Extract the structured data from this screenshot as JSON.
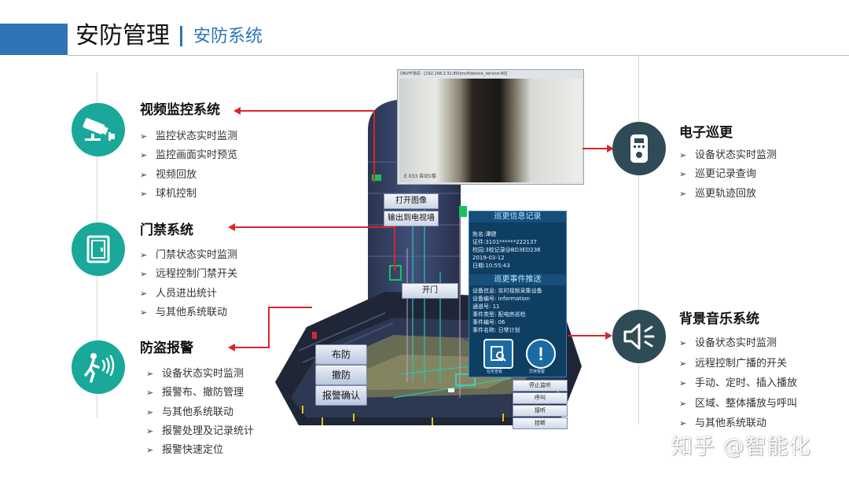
{
  "header": {
    "title": "安防管理",
    "subtitle": "安防系统"
  },
  "sections": {
    "video": {
      "title": "视频监控系统",
      "items": [
        "监控状态实时监测",
        "监控画面实时预览",
        "视频回放",
        "球机控制"
      ]
    },
    "access": {
      "title": "门禁系统",
      "items": [
        "门禁状态实时监测",
        "远程控制门禁开关",
        "人员进出统计",
        "与其他系统联动"
      ]
    },
    "alarm": {
      "title": "防盗报警",
      "items": [
        "设备状态实时监测",
        "报警布、撤防管理",
        "与其他系统联动",
        "报警处理及记录统计",
        "报警快速定位"
      ]
    },
    "patrol": {
      "title": "电子巡更",
      "items": [
        "设备状态实时监测",
        "巡更记录查询",
        "巡更轨迹回放"
      ]
    },
    "music": {
      "title": "背景音乐系统",
      "items": [
        "设备状态实时监测",
        "远程控制广播的开关",
        "手动、定时、插入播放",
        "区域、整体播放与呼叫",
        "与其他系统联动"
      ]
    }
  },
  "scene": {
    "camera_window": {
      "title": "ONVIF测试 - [192.168.2.31:80/onvif/device_service:80]",
      "footer": "E  033      自动1楼"
    },
    "buttons": {
      "open_image": "打开图像",
      "to_tv_wall": "输出到电视墙",
      "open_door": "开门",
      "arm": "布防",
      "disarm": "撤防",
      "alarm_confirm": "报警确认"
    },
    "patrol_panel": {
      "record_title": "巡更信息记录",
      "record_lines": [
        "姓名:谭健",
        "证件:3101******222137",
        "校园:3校记录@BD3ED236",
        "2019-03-12",
        "日期:10:55:43"
      ],
      "event_title": "巡更事件推送",
      "event_lines": [
        "设备信息: 实时视频采集设备",
        "设备编号: information",
        "通道号: 11",
        "事件类型: 配电房巡检",
        "事件编号: 06",
        "事件名称: 日常计划"
      ],
      "icon_labels": [
        "任务查看",
        "异常报警"
      ]
    },
    "side_buttons": [
      "停止监听",
      "呼叫",
      "接听",
      "挂断"
    ]
  },
  "watermark": "知乎 @智能化",
  "colors": {
    "accent_blue": "#2e75b6",
    "teal": "#1aa89a",
    "dark_icon": "#2f4b56",
    "arrow_red": "#d9252b"
  }
}
